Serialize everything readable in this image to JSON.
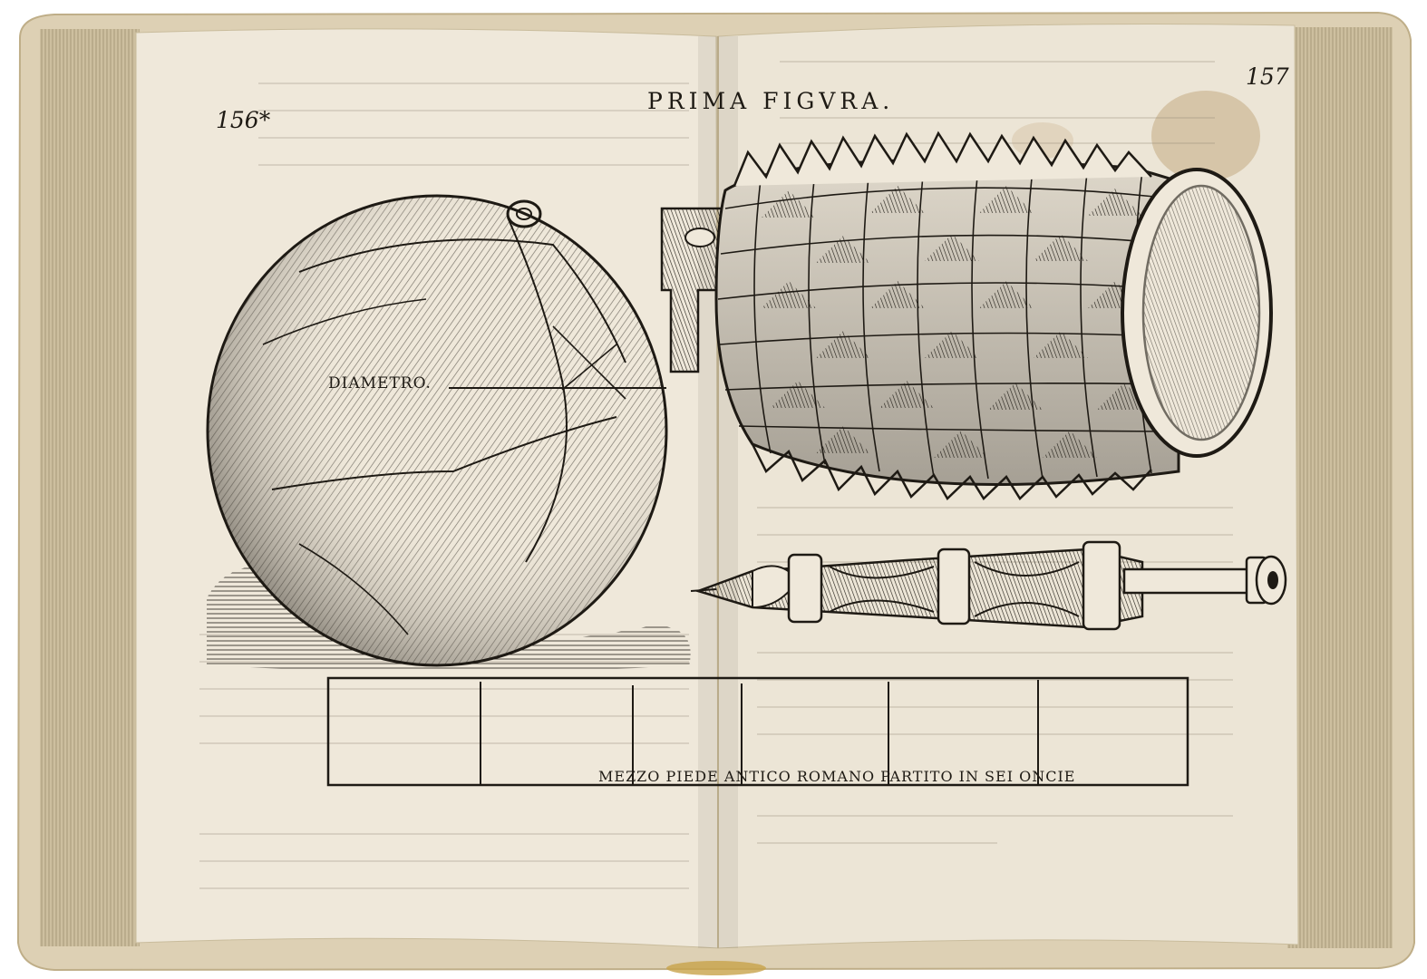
{
  "book": {
    "left_page": {
      "page_number": "156*"
    },
    "right_page": {
      "page_number": "157"
    },
    "running_title": "PRIMA FIGVRA.",
    "figure": {
      "sphere_label": "DIAMETRO.",
      "scale_caption": "MEZZO PIEDE ANTICO ROMANO PARTITO IN SEI ONCIE",
      "scale_divisions": 6
    }
  },
  "colors": {
    "ink": "#1e1a14",
    "paper": "#efe8da",
    "vellum": "#ddd0b4",
    "page_edges": "#cdbf9f"
  }
}
